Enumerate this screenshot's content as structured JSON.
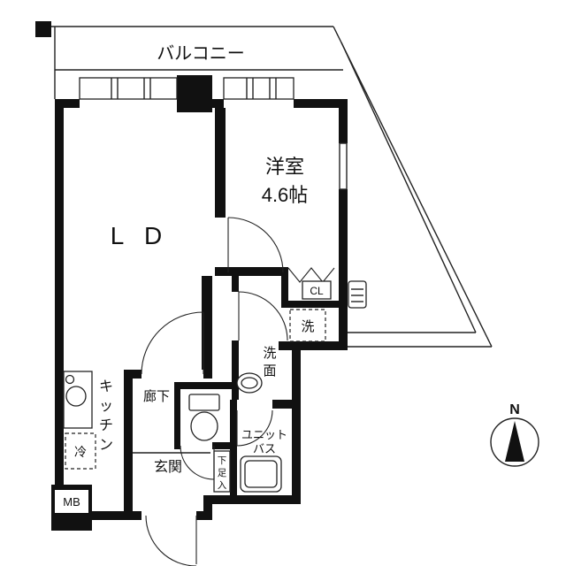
{
  "title": "1LDK floor plan",
  "labels": {
    "balcony": "バルコニー",
    "living_dining": "L D",
    "western_room_name": "洋室",
    "western_room_size": "4.6帖",
    "closet": "CL",
    "washer": "洗",
    "washroom": [
      "洗",
      "面"
    ],
    "kitchen": [
      "キ",
      "ッ",
      "チ",
      "ン"
    ],
    "fridge": "冷",
    "hallway": "廊下",
    "entrance": "玄関",
    "shoe_box": [
      "下",
      "足",
      "入"
    ],
    "unit_bath_line1": "ユニット",
    "unit_bath_line2": "バス",
    "meter_box": "MB",
    "compass_north": "N"
  },
  "colors": {
    "wall": "#111111",
    "line": "#222222",
    "background": "#ffffff"
  }
}
